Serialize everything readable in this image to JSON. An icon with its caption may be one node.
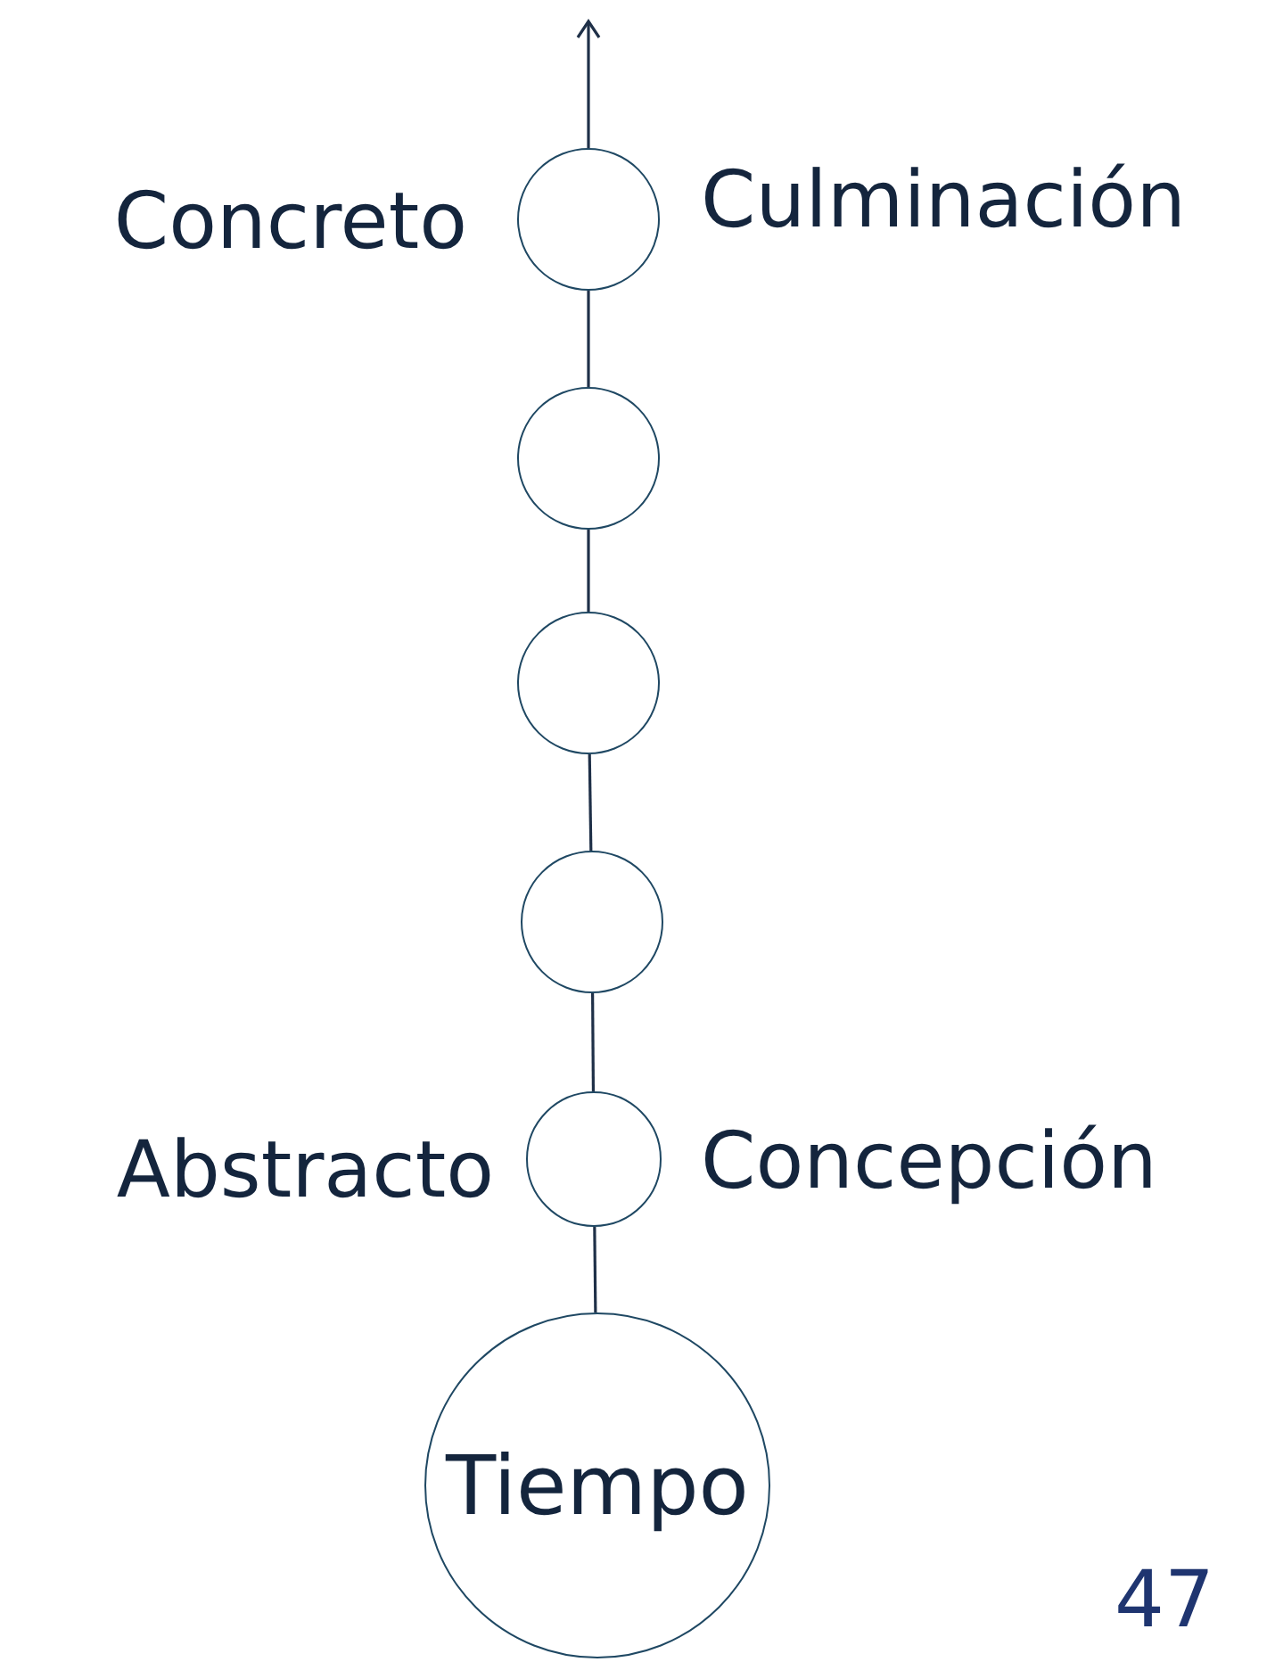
{
  "diagram": {
    "nodes": [
      {
        "text": [],
        "shape": "circle",
        "beside": [
          "Concreto",
          "Culminación"
        ]
      },
      {
        "text": [],
        "shape": "circle"
      },
      {
        "text": [],
        "shape": "circle"
      },
      {
        "text": [],
        "shape": "circle"
      },
      {
        "text": [],
        "shape": "circle",
        "beside": [
          "Abstracto",
          "Concepción"
        ]
      },
      {
        "text": [
          "Tiempo"
        ]
      }
    ],
    "edges": [
      {
        "from": 5,
        "to": 4,
        "arrow": "none"
      },
      {
        "from": 4,
        "to": 3,
        "arrow": "none"
      },
      {
        "from": 3,
        "to": 2,
        "arrow": "none"
      },
      {
        "from": 2,
        "to": 1,
        "arrow": "none"
      },
      {
        "from": 1,
        "to": 0,
        "arrow": "none"
      },
      {
        "from": 0,
        "to": null,
        "arrow": "to"
      }
    ],
    "labels": [
      "47"
    ]
  }
}
